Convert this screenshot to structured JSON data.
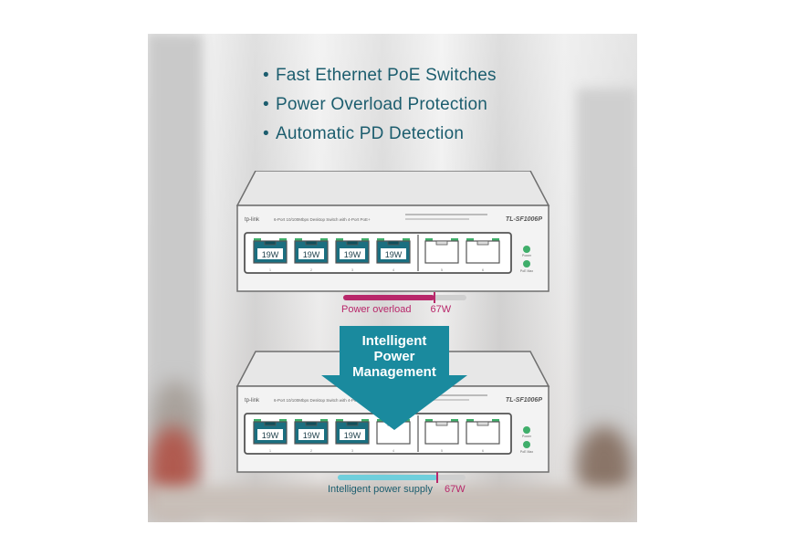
{
  "features": [
    "Fast Ethernet PoE Switches",
    "Power Overload Protection",
    "Automatic PD Detection"
  ],
  "bullet": "•",
  "switch_top": {
    "brand": "tp-link",
    "desc": "6-Port 10/100Mbps Desktop Switch with 4-Port PoE+",
    "model": "TL-SF1006P",
    "port_labels": [
      "19W",
      "19W",
      "19W",
      "19W",
      "",
      ""
    ],
    "port_numbers": [
      "1",
      "2",
      "3",
      "4",
      "5",
      "6"
    ],
    "led_labels": [
      "Power",
      "PoE Max"
    ]
  },
  "switch_bottom": {
    "brand": "tp-link",
    "desc": "6-Port 10/100Mbps Desktop Switch with 4-Port PoE+",
    "model": "TL-SF1006P",
    "port_labels": [
      "19W",
      "19W",
      "19W",
      "",
      "",
      ""
    ],
    "port_numbers": [
      "1",
      "2",
      "3",
      "4",
      "5",
      "6"
    ],
    "led_labels": [
      "Power",
      "PoE Max"
    ]
  },
  "overload": {
    "label": "Power overload",
    "value": "67W",
    "color": "#b8276a",
    "fill": 0.74
  },
  "arrow": {
    "lines": [
      "Intelligent",
      "Power",
      "Management"
    ],
    "color": "#1a8a9e"
  },
  "supply": {
    "label": "Intelligent power supply",
    "value": "67W",
    "color": "#6fcfdc",
    "fill": 0.78
  }
}
